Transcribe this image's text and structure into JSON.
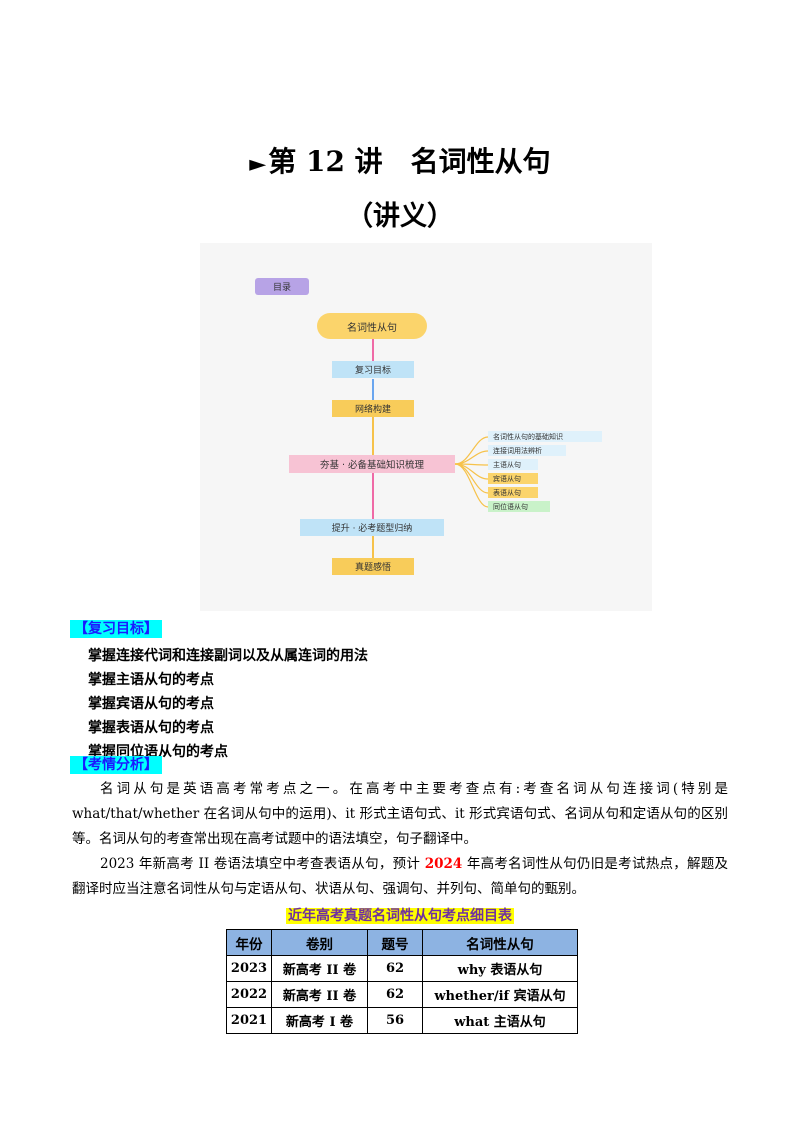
{
  "title": {
    "arrow": "►",
    "main": "第 12 讲　名词性从句",
    "sub": "（讲义）"
  },
  "diagram": {
    "toc_label": "目录",
    "root": "名词性从句",
    "nodes": [
      "复习目标",
      "网络构建",
      "夯基 · 必备基础知识梳理",
      "提升 · 必考题型归纳",
      "真题感悟"
    ],
    "branches": [
      "名词性从句的基础知识",
      "连接词用法辨析",
      "主语从句",
      "宾语从句",
      "表语从句",
      "同位语从句"
    ]
  },
  "section_review": {
    "tag": "【复习目标】",
    "goals": [
      "掌握连接代词和连接副词以及从属连词的用法",
      "掌握主语从句的考点",
      "掌握宾语从句的考点",
      "掌握表语从句的考点",
      "掌握同位语从句的考点"
    ]
  },
  "section_analysis": {
    "tag": "【考情分析】",
    "para1": "名词从句是英语高考常考点之一。在高考中主要考查点有:考查名词从句连接词(特别是 what/that/whether 在名词从句中的运用)、it 形式主语句式、it 形式宾语句式、名词从句和定语从句的区别等。名词从句的考查常出现在高考试题中的语法填空，句子翻译中。",
    "para2_a": "2023 年新高考 II 卷语法填空中考查表语从句，预计 ",
    "para2_year": "2024",
    "para2_b": " 年高考名词性从句仍旧是考试热点，解题及翻译时应当注意名词性从句与定语从句、状语从句、强调句、并列句、简单句的甄别。"
  },
  "table": {
    "title": "近年高考真题名词性从句考点细目表",
    "headers": [
      "年份",
      "卷别",
      "题号",
      "名词性从句"
    ],
    "rows": [
      [
        "2023",
        "新高考 II 卷",
        "62",
        "why 表语从句"
      ],
      [
        "2022",
        "新高考 II 卷",
        "62",
        "whether/if 宾语从句"
      ],
      [
        "2021",
        "新高考 I 卷",
        "56",
        "what 主语从句"
      ]
    ]
  },
  "colors": {
    "tag_bg": "#00ffff",
    "tag_text": "#1a1aff",
    "highlight_year": "#ff0000",
    "table_title_bg": "#ffff00",
    "table_title_text": "#7030a0",
    "table_header_bg": "#8db3e2"
  }
}
